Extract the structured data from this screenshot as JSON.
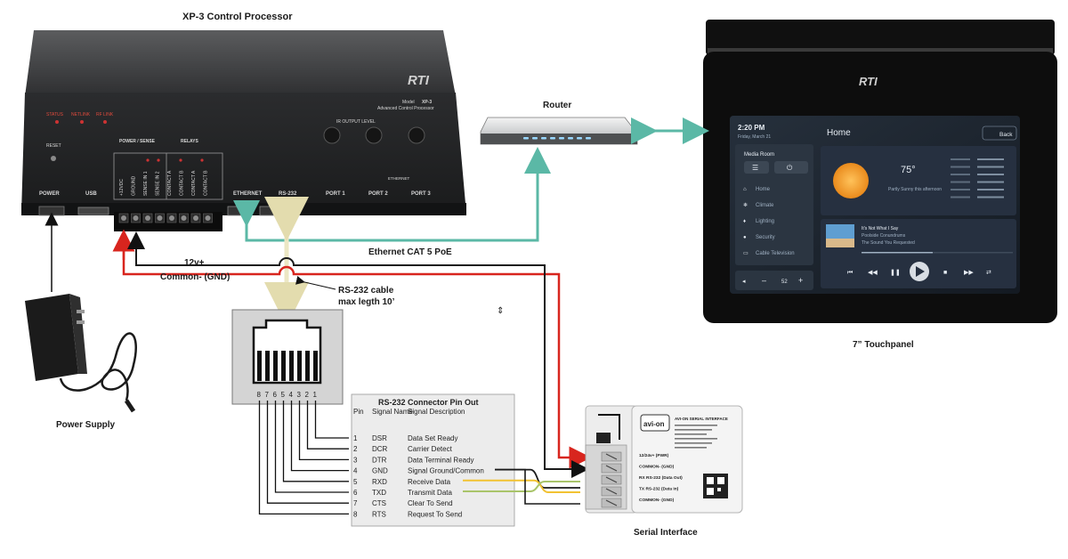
{
  "labels": {
    "processor_title": "XP-3 Control Processor",
    "router": "Router",
    "touchpanel": "7” Touchpanel",
    "ethernet_cable": "Ethernet CAT 5 PoE",
    "v12": "12v+",
    "gnd": "Common- (GND)",
    "rs232_cable_1": "RS-232 cable",
    "rs232_cable_2": "max legth 10’",
    "power_supply": "Power Supply",
    "serial_interface": "Serial Interface"
  },
  "processor": {
    "brand": "RTI",
    "model_label": "Model",
    "model": "XP-3",
    "subtitle": "Advanced Control Processor",
    "status": "STATUS",
    "netlink": "NETLINK",
    "rflink": "RF LINK",
    "reset": "RESET",
    "power_sense": "POWER / SENSE",
    "relays": "RELAYS",
    "ir_output": "IR OUTPUT LEVEL",
    "ethernet2": "ETHERNET",
    "power": "POWER",
    "usb": "USB",
    "ethernet": "ETHERNET",
    "rs232": "RS-232",
    "port1": "PORT 1",
    "port2": "PORT 2",
    "port3": "PORT 3",
    "terminals": [
      "+12VDC",
      "GROUND",
      "SENSE IN 1",
      "SENSE IN 2",
      "CONTACT A",
      "CONTACT B",
      "CONTACT A",
      "CONTACT B"
    ]
  },
  "touchpanel_screen": {
    "brand": "RTI",
    "time": "2:20 PM",
    "date": "Friday, March 21",
    "room": "Media Room",
    "header": "Home",
    "back": "Back",
    "menu": [
      "Home",
      "Climate",
      "Lighting",
      "Security",
      "Cable Television"
    ],
    "temp": "75°",
    "weather": "Partly Sunny this afternoon",
    "song": "It's Not What I Say",
    "artist": "Poolside Conundrums",
    "album": "The Sound You Requested",
    "volume": "52"
  },
  "pinout": {
    "title": "RS-232 Connector Pin Out",
    "col_pin": "Pin",
    "col_name": "Signal Name",
    "col_desc": "Signal Description",
    "rows": [
      {
        "pin": "1",
        "name": "DSR",
        "desc": "Data Set Ready"
      },
      {
        "pin": "2",
        "name": "DCR",
        "desc": "Carrier Detect"
      },
      {
        "pin": "3",
        "name": "DTR",
        "desc": "Data Terminal Ready"
      },
      {
        "pin": "4",
        "name": "GND",
        "desc": "Signal Ground/Common"
      },
      {
        "pin": "5",
        "name": "RXD",
        "desc": "Receive Data"
      },
      {
        "pin": "6",
        "name": "TXD",
        "desc": "Transmit Data"
      },
      {
        "pin": "7",
        "name": "CTS",
        "desc": "Clear To Send"
      },
      {
        "pin": "8",
        "name": "RTS",
        "desc": "Request To Send"
      }
    ],
    "pin_numbers": [
      "8",
      "7",
      "6",
      "5",
      "4",
      "3",
      "2",
      "1"
    ]
  },
  "serial_module": {
    "brand": "avi-on",
    "title": "AVI-ON SERIAL INTERFACE",
    "terminals": [
      "12/24v+ (PWR)",
      "COMMON- (GND)",
      "RX RS-232 (Data Out)",
      "TX RS-232 (Data In)",
      "COMMON- (GND)"
    ]
  },
  "colors": {
    "ethernet": "#5bb8a6",
    "rs232": "#ece7c4",
    "v12": "#d8251e",
    "gnd": "#1a1a1a",
    "rxd": "#f2c232",
    "txd": "#a9c46a"
  }
}
